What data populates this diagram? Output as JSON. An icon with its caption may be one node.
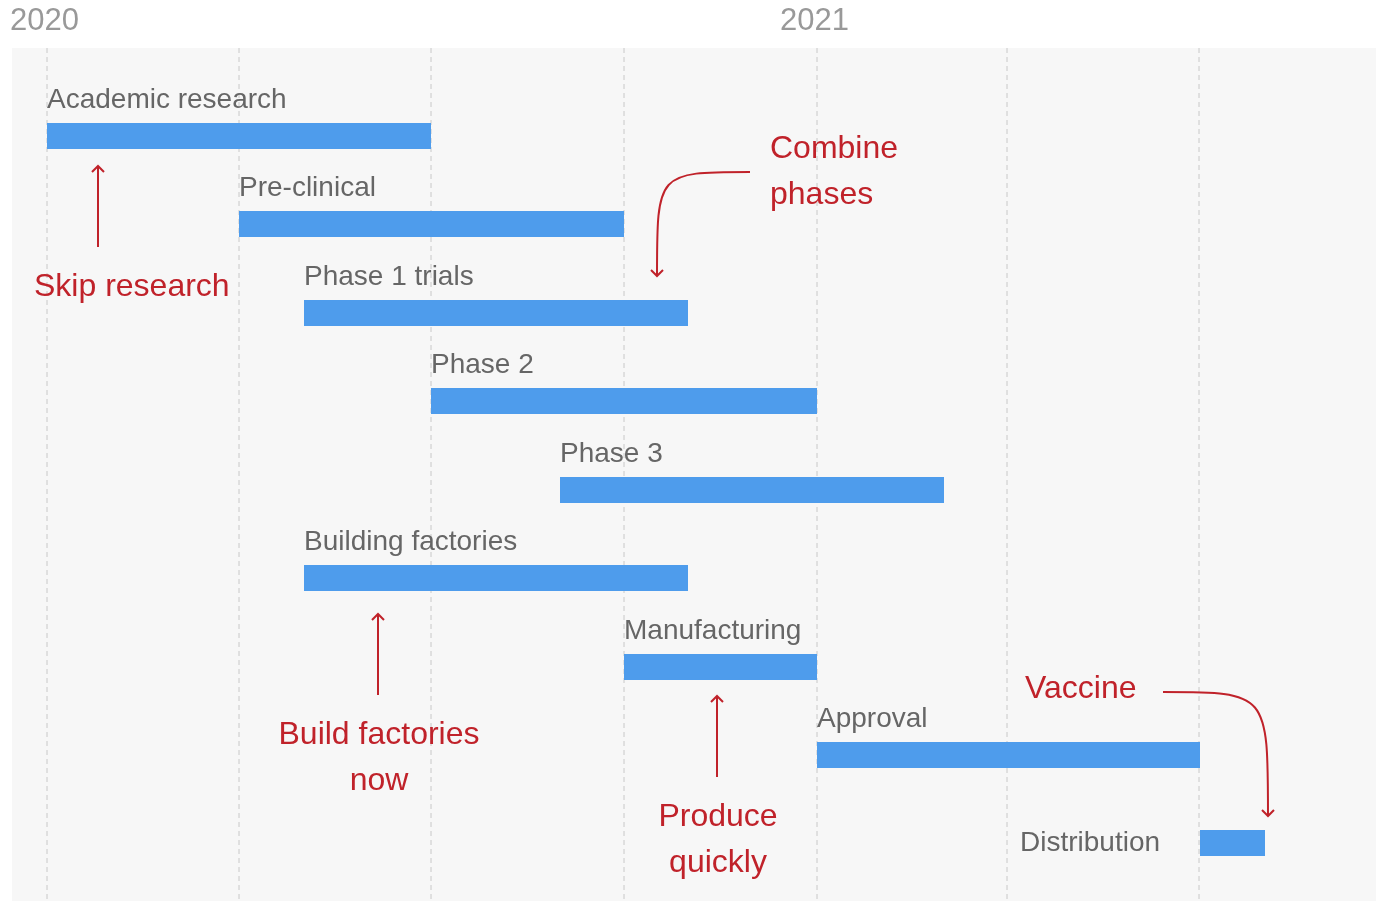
{
  "diagram": {
    "nodes": [
      {
        "text": [
          "Academic research"
        ]
      },
      {
        "text": [
          "Combine phases"
        ]
      },
      {
        "text": [
          "Pre-clinical"
        ]
      },
      {
        "text": [
          "Skip research"
        ]
      },
      {
        "text": [
          "Phase 1 trials"
        ]
      },
      {
        "text": [
          "Phase 2"
        ]
      },
      {
        "text": [
          "Phase 3"
        ]
      },
      {
        "text": [
          "Building factories"
        ]
      },
      {
        "text": [
          "Manufacturing"
        ]
      },
      {
        "text": [
          "Vaccine"
        ]
      },
      {
        "text": [
          "Approval"
        ]
      },
      {
        "text": [
          "Build factories now"
        ]
      },
      {
        "text": [
          "Produce quickly"
        ]
      },
      {
        "text": [
          "Distribution"
        ]
      }
    ],
    "edges": [
      {
        "from": 3,
        "to": 0,
        "arrow": "to"
      },
      {
        "from": 1,
        "to": 4,
        "arrow": "to"
      },
      {
        "from": 11,
        "to": 7,
        "arrow": "to"
      },
      {
        "from": 12,
        "to": 8,
        "arrow": "to"
      },
      {
        "from": 9,
        "to": 13,
        "arrow": "to"
      }
    ],
    "labels": [
      "2020",
      "2021"
    ]
  }
}
